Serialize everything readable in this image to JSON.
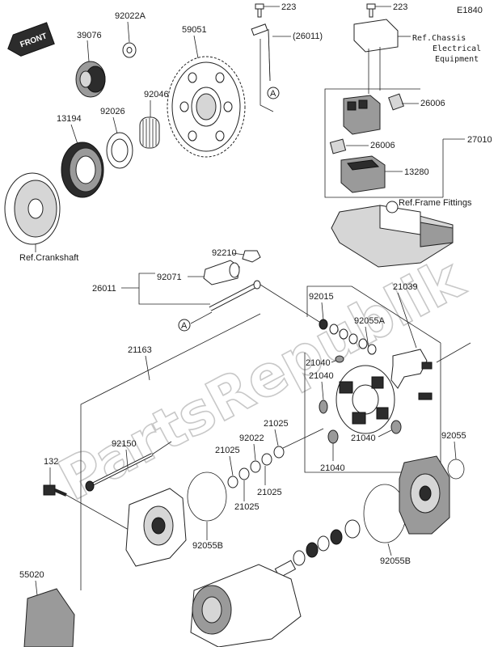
{
  "diagram_code": "E1840",
  "front_label": "FRONT",
  "watermark": "PartsRepublik",
  "callouts": {
    "p223a": "223",
    "p223b": "223",
    "p26011_paren": "(26011)",
    "ref_chassis_1": "Ref.Chassis",
    "ref_chassis_2": "Electrical",
    "ref_chassis_3": "Equipment",
    "p39076": "39076",
    "p92022a": "92022A",
    "p59051": "59051",
    "p92046": "92046",
    "p92026": "92026",
    "p13194": "13194",
    "p26006a": "26006",
    "p26006b": "26006",
    "p27010": "27010",
    "p13280": "13280",
    "ref_frame": "Ref.Frame Fittings",
    "ref_crank": "Ref.Crankshaft",
    "p92210": "92210",
    "p92071": "92071",
    "p26011": "26011",
    "p92015": "92015",
    "p21039": "21039",
    "p92055a": "92055A",
    "p21163": "21163",
    "p21040a": "21040",
    "p21040b": "21040",
    "p21040c": "21040",
    "p21040d": "21040",
    "p21025a": "21025",
    "p92022": "92022",
    "p21025b": "21025",
    "p21025c": "21025",
    "p21025d": "21025",
    "p92150": "92150",
    "p132": "132",
    "p92055": "92055",
    "p92055b_1": "92055B",
    "p92055b_2": "92055B",
    "p55020": "55020",
    "marker_a1": "A",
    "marker_a2": "A"
  }
}
